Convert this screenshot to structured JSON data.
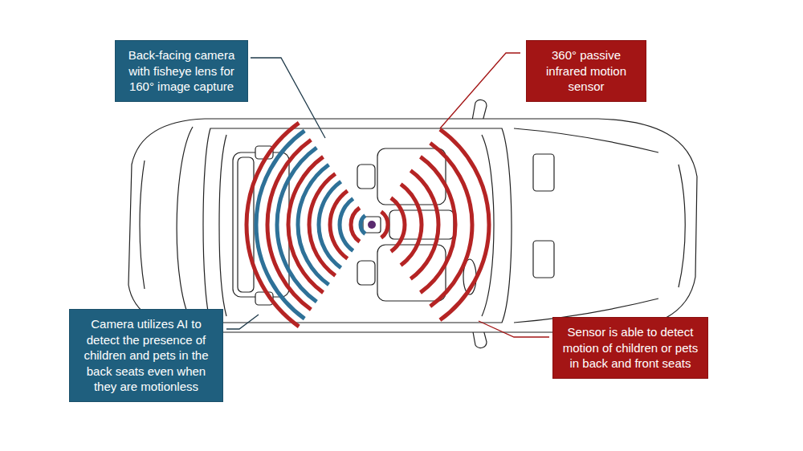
{
  "diagram": {
    "nodes": [
      {
        "text": [
          "Back-facing camera with fisheye lens for 160° image capture"
        ]
      },
      {
        "text": [
          "360° passive infrared motion sensor"
        ]
      },
      {
        "text": [
          "Camera utilizes AI to detect the presence of children and pets in the back seats even when they are motionless"
        ]
      },
      {
        "text": [
          "Sensor is able to detect motion of children or pets in back and front seats"
        ]
      }
    ]
  }
}
